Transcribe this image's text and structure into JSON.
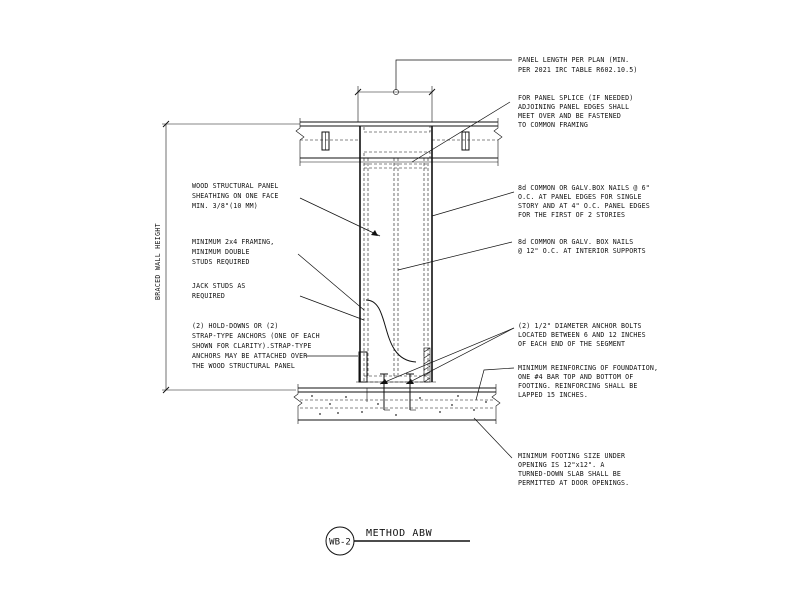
{
  "detail": {
    "tag": "WB-2",
    "title": "METHOD ABW"
  },
  "dimension": {
    "braced_wall_height": "BRACED WALL HEIGHT"
  },
  "notes_left": [
    {
      "lines": [
        "WOOD STRUCTURAL PANEL",
        "SHEATHING ON ONE FACE",
        "MIN. 3/8\"(10 MM)"
      ]
    },
    {
      "lines": [
        "MINIMUM 2x4 FRAMING,",
        "MINIMUM DOUBLE",
        "STUDS REQUIRED"
      ]
    },
    {
      "lines": [
        "JACK STUDS AS",
        "REQUIRED"
      ]
    },
    {
      "lines": [
        "(2)  HOLD-DOWNS OR (2)",
        "STRAP-TYPE ANCHORS (ONE OF EACH",
        "SHOWN FOR CLARITY).STRAP-TYPE",
        "ANCHORS MAY BE ATTACHED OVER",
        "THE WOOD STRUCTURAL PANEL"
      ]
    }
  ],
  "notes_right": [
    {
      "lines": [
        "PANEL LENGTH PER PLAN (MIN.",
        "PER 2021 IRC TABLE R602.10.5)"
      ]
    },
    {
      "lines": [
        "FOR PANEL SPLICE (IF NEEDED)",
        "ADJOINING PANEL EDGES SHALL",
        "MEET OVER AND BE FASTENED",
        "TO COMMON FRAMING"
      ]
    },
    {
      "lines": [
        "8d COMMON OR GALV.BOX NAILS @ 6\"",
        "O.C. AT PANEL EDGES FOR SINGLE",
        "STORY AND AT 4\" O.C. PANEL EDGES",
        "FOR THE FIRST OF 2 STORIES"
      ]
    },
    {
      "lines": [
        "8d COMMON OR GALV. BOX NAILS",
        "@ 12\" O.C. AT INTERIOR SUPPORTS"
      ]
    },
    {
      "lines": [
        "(2)  1/2\" DIAMETER ANCHOR BOLTS",
        "LOCATED BETWEEN 6 AND 12 INCHES",
        "OF EACH END OF THE SEGMENT"
      ]
    },
    {
      "lines": [
        "MINIMUM REINFORCING OF FOUNDATION,",
        "ONE #4 BAR TOP AND BOTTOM OF",
        "FOOTING. REINFORCING SHALL BE",
        "LAPPED 15 INCHES."
      ]
    },
    {
      "lines": [
        "MINIMUM FOOTING SIZE UNDER",
        "OPENING IS 12\"x12\". A",
        "TURNED-DOWN SLAB SHALL BE",
        "PERMITTED AT DOOR OPENINGS."
      ]
    }
  ]
}
